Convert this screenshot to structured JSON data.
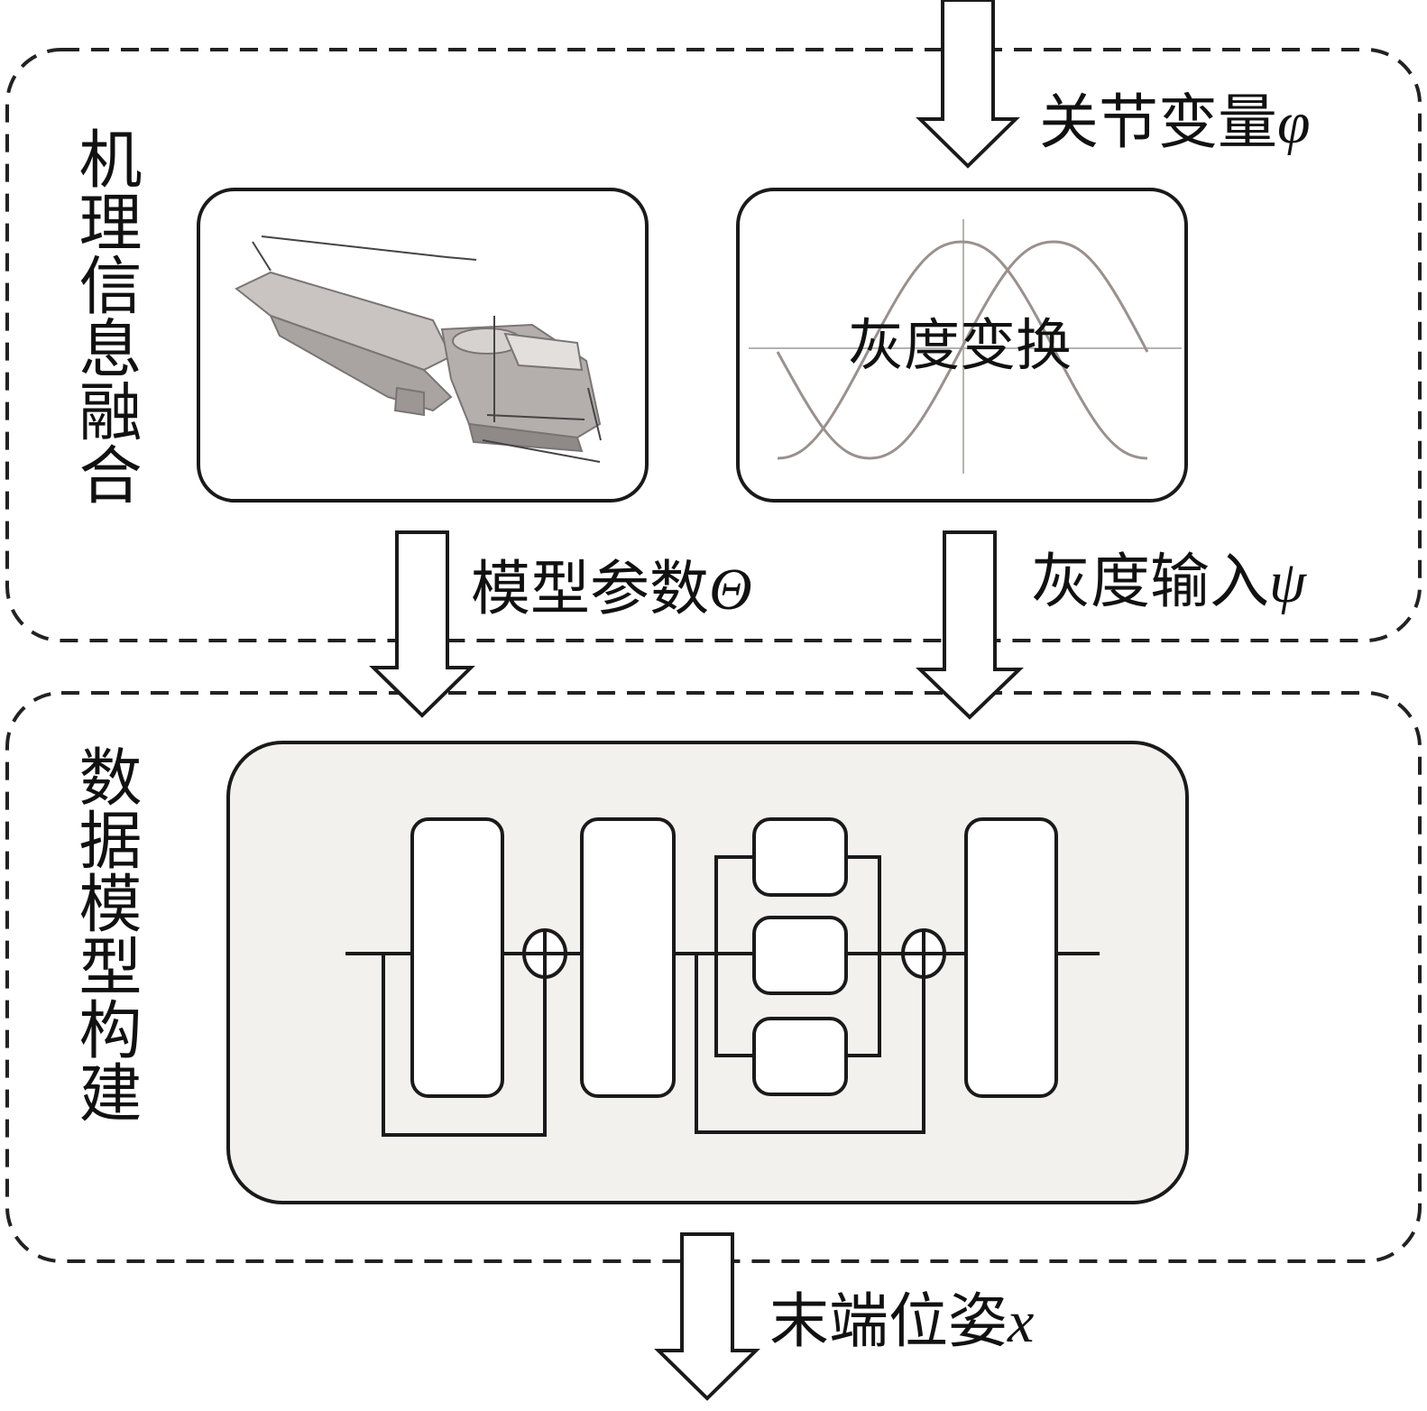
{
  "input_label": {
    "text": "关节变量",
    "symbol": "φ"
  },
  "section_top": {
    "title": "机理信息融合"
  },
  "section_bottom": {
    "title": "数据模型构建"
  },
  "gray_box": {
    "text": "灰度变换"
  },
  "param_label": {
    "text": "模型参数",
    "symbol": "Θ"
  },
  "gray_input_label": {
    "text": "灰度输入",
    "symbol": "ψ"
  },
  "output_label": {
    "text": "末端位姿",
    "symbol": "x"
  },
  "colors": {
    "stroke": "#1a1a1a",
    "dash": "#222222",
    "model_fill": "#f3f1ee",
    "curve": "#9a918c",
    "robot": "#8a8584"
  }
}
